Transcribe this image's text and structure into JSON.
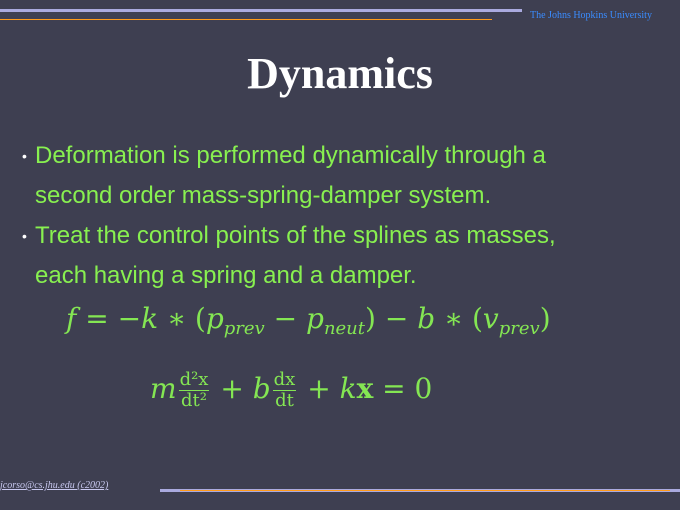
{
  "header": {
    "university": "The Johns Hopkins University"
  },
  "title": "Dynamics",
  "bullets": [
    {
      "line1": "Deformation is performed dynamically through a",
      "line2": "second order mass-spring-damper system."
    },
    {
      "line1": "Treat the control points of the splines as masses,",
      "line2": "each having a spring and a damper."
    }
  ],
  "equations": {
    "eq1": {
      "f": "f",
      "eq": " = −",
      "k": "k",
      "op1": " ∗ (",
      "p1": "p",
      "s1": "prev",
      "minus": " − ",
      "p2": "p",
      "s2": "neut",
      "op2": ") − ",
      "b": "b",
      "op3": " ∗ (",
      "v": "v",
      "s3": "prev",
      "close": ")"
    },
    "eq2": {
      "m": "m",
      "num1": "d²x",
      "den1": "dt²",
      "plus1": " + ",
      "b": "b",
      "num2": "dx",
      "den2": "dt",
      "plus2": " + ",
      "k": "k",
      "x": "x",
      "rest": " = 0"
    }
  },
  "footer": {
    "email": "jcorso@cs.jhu.edu (c2002)"
  }
}
